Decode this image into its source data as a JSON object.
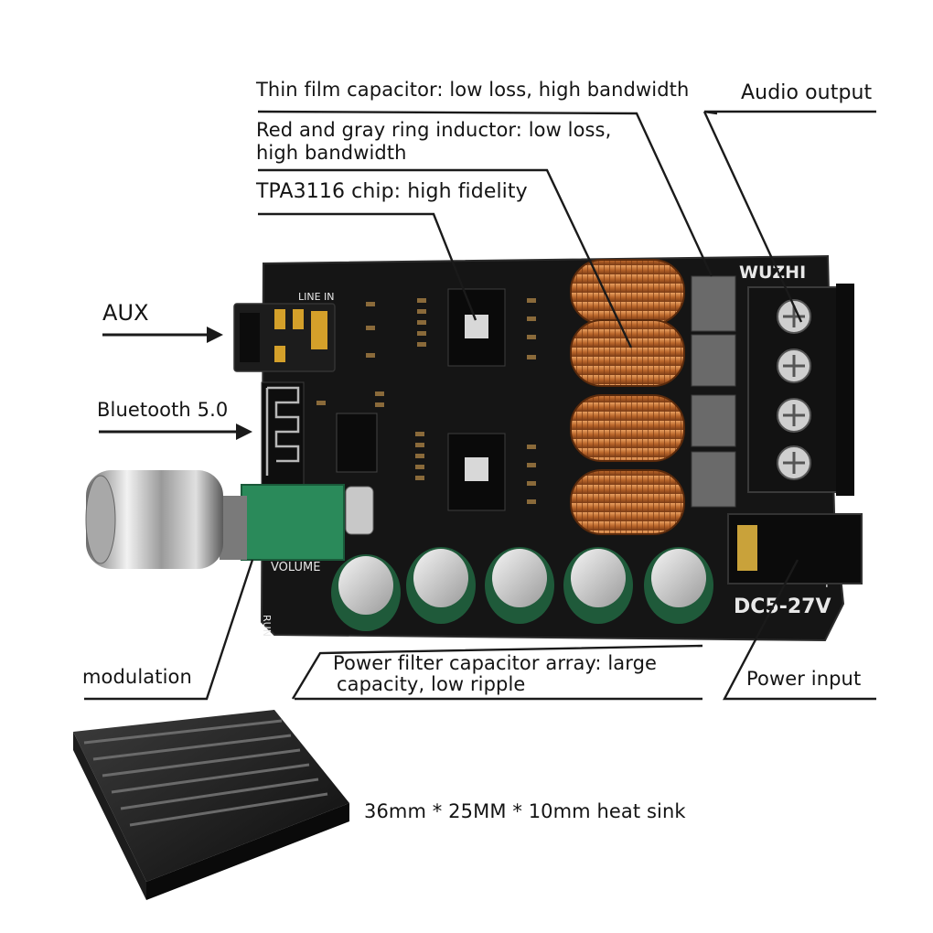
{
  "annotations": {
    "thin_film_capacitor": "Thin film capacitor: low loss, high bandwidth",
    "inductor_line1": "Red and gray ring inductor: low loss,",
    "inductor_line2": "high bandwidth",
    "chip": "TPA3116 chip: high fidelity",
    "audio_output": "Audio output",
    "aux": "AUX",
    "bluetooth": "Bluetooth 5.0",
    "modulation": "modulation",
    "capacitor_array_line1": "Power filter capacitor array: large",
    "capacitor_array_line2": "capacity, low ripple",
    "power_input": "Power input",
    "heat_sink": "36mm * 25MM * 10mm heat sink"
  },
  "board": {
    "brand": "WUZHI",
    "line_in": "LINE IN",
    "volume": "VOLUME",
    "voltage": "DC5-27V",
    "run": "RUN",
    "plus": "+",
    "minus": "-"
  },
  "colors": {
    "pcb": "#141414",
    "copper": "#c8733a",
    "gold": "#d4a02a",
    "capacitor_body": "#1f5a3a",
    "leader_line": "#1a1a1a"
  }
}
